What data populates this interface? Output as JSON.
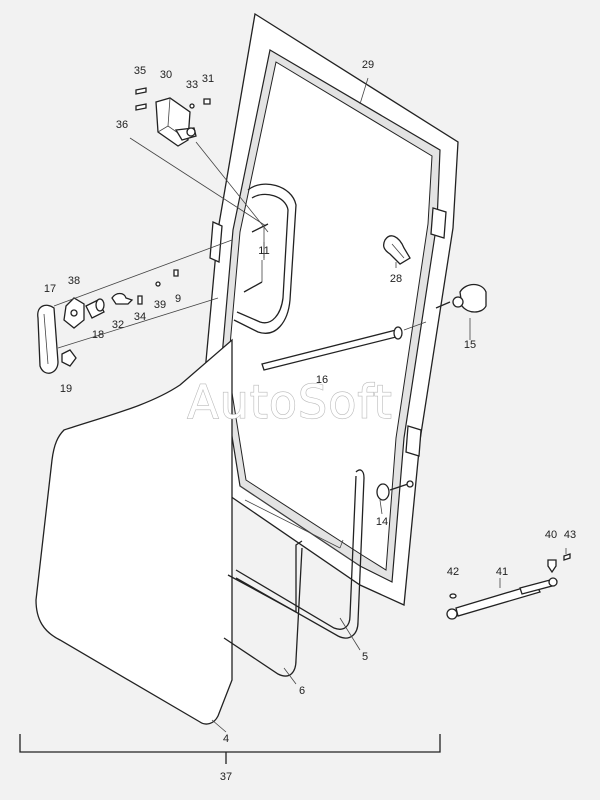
{
  "watermark": "AutoSoft",
  "labels": {
    "l29": "29",
    "l35": "35",
    "l30": "30",
    "l33": "33",
    "l31": "31",
    "l36": "36",
    "l11": "11",
    "l28": "28",
    "l38": "38",
    "l17": "17",
    "l39": "39",
    "l9": "9",
    "l32": "32",
    "l34": "34",
    "l18": "18",
    "l15": "15",
    "l19": "19",
    "l16": "16",
    "l14": "14",
    "l40": "40",
    "l43": "43",
    "l42": "42",
    "l41": "41",
    "l5": "5",
    "l6": "6",
    "l4": "4",
    "l37": "37"
  },
  "colors": {
    "line": "#222222",
    "background": "#f2f2f2",
    "watermark_outline": "#b9b9b9"
  }
}
